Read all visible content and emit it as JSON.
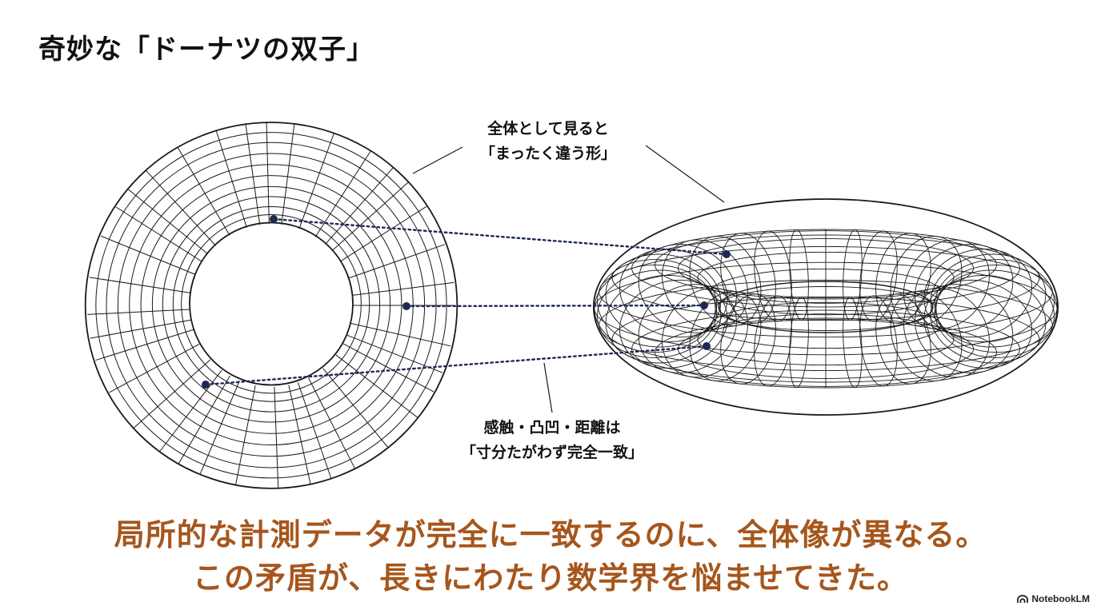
{
  "title": "奇妙な「ドーナツの双子」",
  "callouts": {
    "top": {
      "line1": "全体として見ると",
      "line2": "「まったく違う形」"
    },
    "bottom": {
      "line1": "感触・凸凹・距離は",
      "line2": "「寸分たがわず完全一致」"
    }
  },
  "conclusion": {
    "line1": "局所的な計測データが完全に一致するのに、全体像が異なる。",
    "line2": "この矛盾が、長きにわたり数学界を悩ませてきた。"
  },
  "brand": {
    "label": "NotebookLM",
    "icon": "notebooklm-logo-icon"
  },
  "colors": {
    "wire": "#1a1a1a",
    "marker": "#1b2a52",
    "accent_text": "#a6561c"
  },
  "figures": {
    "left": "flat-annulus-wireframe",
    "right": "torus-wireframe",
    "matched_points": 3
  }
}
